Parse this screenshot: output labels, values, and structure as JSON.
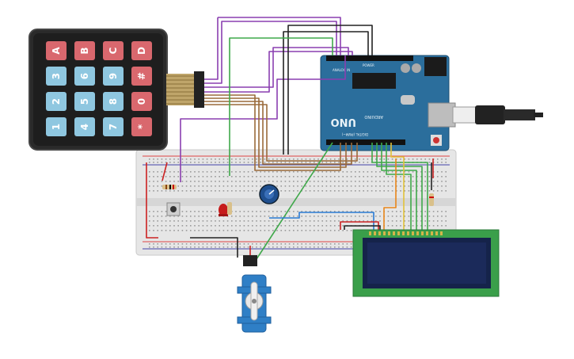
{
  "keypad": {
    "rows": [
      [
        "A",
        "B",
        "C",
        "D"
      ],
      [
        "3",
        "6",
        "9",
        "#"
      ],
      [
        "2",
        "5",
        "8",
        "0"
      ],
      [
        "1",
        "4",
        "7",
        "*"
      ]
    ],
    "key_colors": {
      "blue": "#8fc7e0",
      "red": "#d9686e"
    }
  },
  "arduino": {
    "logo": "UNO",
    "brand": "ARDUINO",
    "header_digital": "DIGITAL (PWM~)",
    "header_power": "POWER",
    "header_analog": "ANALOG IN",
    "board_color": "#2b6e9c"
  },
  "colors": {
    "wire_purple": "#8a3fb0",
    "wire_green": "#3fa84a",
    "wire_brown": "#9a6a3a",
    "wire_black": "#222222",
    "wire_red": "#cc2222",
    "wire_blue": "#2a7bd4",
    "wire_orange": "#e8861a",
    "wire_yellow": "#e2c23a",
    "breadboard": "#e9e9e9",
    "lcd_pcb": "#3a9f4a",
    "lcd_screen": "#1b2a5a",
    "servo": "#2f7fc6"
  }
}
